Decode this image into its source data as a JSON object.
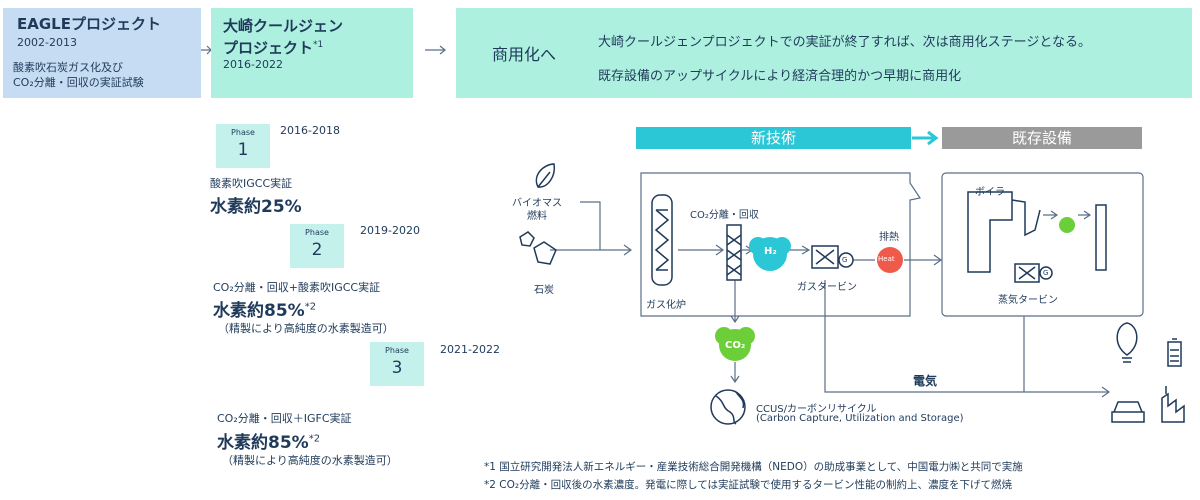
{
  "timeline": {
    "stage1": {
      "title": "EAGLEプロジェクト",
      "years": "2002-2013",
      "desc1": "酸素吹石炭ガス化及び",
      "desc2": "CO₂分離・回収の実証試験"
    },
    "stage2": {
      "title1": "大崎クールジェン",
      "title2": "プロジェクト",
      "note_mark": "*1",
      "years": "2016-2022"
    },
    "stage3": {
      "title": "商用化へ",
      "line1": "大崎クールジェンプロジェクトでの実証が終了すれば、次は商用化ステージとなる。",
      "line2": "既存設備のアップサイクルにより経済合理的かつ早期に商用化"
    }
  },
  "phases": [
    {
      "label": "Phase",
      "num": "1",
      "years": "2016-2018",
      "desc": "酸素吹IGCC実証",
      "big": "水素約25%",
      "big_note": "",
      "note": ""
    },
    {
      "label": "Phase",
      "num": "2",
      "years": "2019-2020",
      "desc": "CO₂分離・回収+酸素吹IGCC実証",
      "big": "水素約85%",
      "big_note": "*2",
      "note": "（精製により高純度の水素製造可）"
    },
    {
      "label": "Phase",
      "num": "3",
      "years": "2021-2022",
      "desc": "CO₂分離・回収＋IGFC実証",
      "big": "水素約85%",
      "big_note": "*2",
      "note": "（精製により高純度の水素製造可）"
    }
  ],
  "diagram": {
    "new_tech": "新技術",
    "existing": "既存設備",
    "biomass1": "バイオマス",
    "biomass2": "燃料",
    "coal": "石炭",
    "gasifier": "ガス化炉",
    "co2_capture": "CO₂分離・回収",
    "h2": "H₂",
    "gas_turbine": "ガスタービン",
    "exhaust": "排熱",
    "heat": "Heat",
    "boiler": "ボイラ",
    "steam_turbine": "蒸気タービン",
    "co2": "CO₂",
    "g": "G",
    "electricity": "電気",
    "ccus1": "CCUS/カーボンリサイクル",
    "ccus2": "(Carbon Capture, Utilization and Storage)",
    "colors": {
      "teal": "#2bc7d6",
      "gray": "#9a9a9a",
      "green": "#6ccf3a",
      "red": "#f05a4a",
      "line": "#5a6f86"
    }
  },
  "footnotes": {
    "fn1": "*1  国立研究開発法人新エネルギー・産業技術総合開発機構（NEDO）の助成事業として、中国電力㈱と共同で実施",
    "fn2": "*2  CO₂分離・回収後の水素濃度。発電に際しては実証試験で使用するタービン性能の制約上、濃度を下げて燃焼"
  }
}
